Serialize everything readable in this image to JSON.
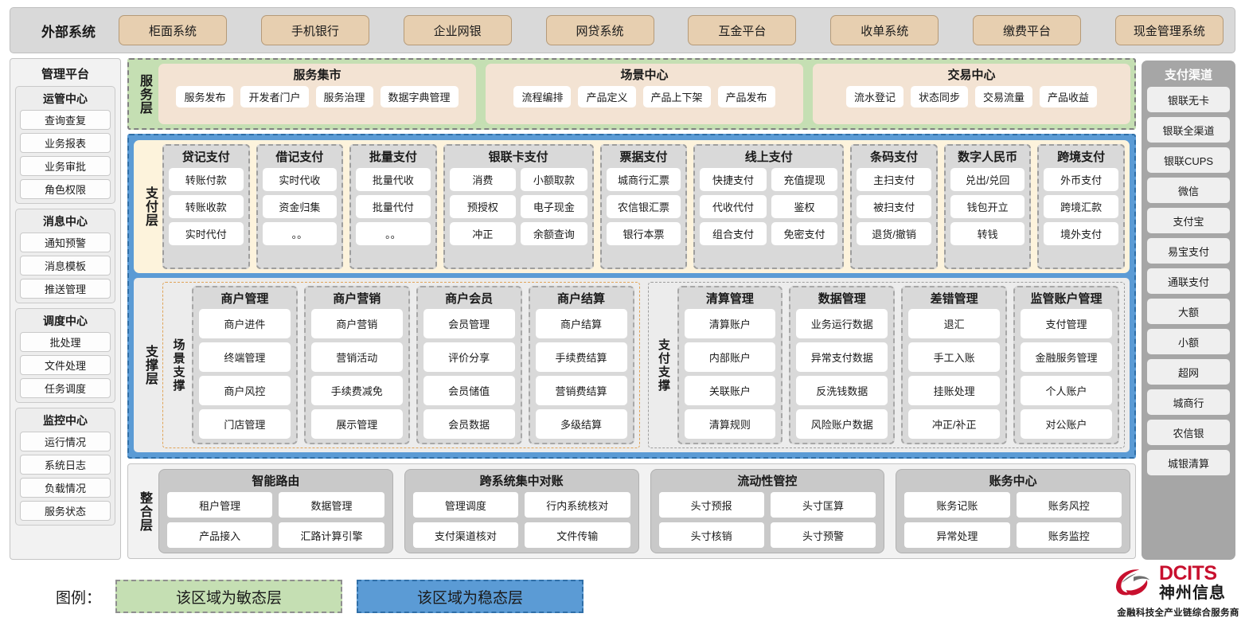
{
  "external": {
    "title": "外部系统",
    "items": [
      "柜面系统",
      "手机银行",
      "企业网银",
      "网贷系统",
      "互金平台",
      "收单系统",
      "缴费平台",
      "现金管理系统"
    ]
  },
  "management": {
    "title": "管理平台",
    "groups": [
      {
        "title": "运管中心",
        "items": [
          "查询查复",
          "业务报表",
          "业务审批",
          "角色权限"
        ]
      },
      {
        "title": "消息中心",
        "items": [
          "通知预警",
          "消息模板",
          "推送管理"
        ]
      },
      {
        "title": "调度中心",
        "items": [
          "批处理",
          "文件处理",
          "任务调度"
        ]
      },
      {
        "title": "监控中心",
        "items": [
          "运行情况",
          "系统日志",
          "负载情况",
          "服务状态"
        ]
      }
    ]
  },
  "channels": {
    "title": "支付渠道",
    "items": [
      "银联无卡",
      "银联全渠道",
      "银联CUPS",
      "微信",
      "支付宝",
      "易宝支付",
      "通联支付",
      "大额",
      "小额",
      "超网",
      "城商行",
      "农信银",
      "城银清算"
    ]
  },
  "service_layer": {
    "label": "服务层",
    "groups": [
      {
        "title": "服务集市",
        "items": [
          "服务发布",
          "开发者门户",
          "服务治理",
          "数据字典管理"
        ]
      },
      {
        "title": "场景中心",
        "items": [
          "流程编排",
          "产品定义",
          "产品上下架",
          "产品发布"
        ]
      },
      {
        "title": "交易中心",
        "items": [
          "流水登记",
          "状态同步",
          "交易流量",
          "产品收益"
        ]
      }
    ]
  },
  "payment_layer": {
    "label": "支付层",
    "columns": [
      {
        "title": "贷记支付",
        "cols": 1,
        "items": [
          "转账付款",
          "转账收款",
          "实时代付"
        ]
      },
      {
        "title": "借记支付",
        "cols": 1,
        "items": [
          "实时代收",
          "资金归集",
          "。。"
        ]
      },
      {
        "title": "批量支付",
        "cols": 1,
        "items": [
          "批量代收",
          "批量代付",
          "。。"
        ]
      },
      {
        "title": "银联卡支付",
        "cols": 2,
        "items": [
          "消费",
          "小额取款",
          "预授权",
          "电子现金",
          "冲正",
          "余额查询"
        ]
      },
      {
        "title": "票据支付",
        "cols": 1,
        "items": [
          "城商行汇票",
          "农信银汇票",
          "银行本票"
        ]
      },
      {
        "title": "线上支付",
        "cols": 2,
        "items": [
          "快捷支付",
          "充值提现",
          "代收代付",
          "鉴权",
          "组合支付",
          "免密支付"
        ]
      },
      {
        "title": "条码支付",
        "cols": 1,
        "items": [
          "主扫支付",
          "被扫支付",
          "退货/撤销"
        ]
      },
      {
        "title": "数字人民币",
        "cols": 1,
        "items": [
          "兑出/兑回",
          "钱包开立",
          "转钱"
        ]
      },
      {
        "title": "跨境支付",
        "cols": 1,
        "items": [
          "外币支付",
          "跨境汇款",
          "境外支付"
        ]
      }
    ]
  },
  "support_layer": {
    "label": "支撑层",
    "scenario": {
      "label": "场景支撑",
      "columns": [
        {
          "title": "商户管理",
          "items": [
            "商户进件",
            "终端管理",
            "商户风控",
            "门店管理"
          ]
        },
        {
          "title": "商户营销",
          "items": [
            "商户营销",
            "营销活动",
            "手续费减免",
            "展示管理"
          ]
        },
        {
          "title": "商户会员",
          "items": [
            "会员管理",
            "评价分享",
            "会员储值",
            "会员数据"
          ]
        },
        {
          "title": "商户结算",
          "items": [
            "商户结算",
            "手续费结算",
            "营销费结算",
            "多级结算"
          ]
        }
      ]
    },
    "pay_support": {
      "label": "支付支撑",
      "columns": [
        {
          "title": "清算管理",
          "items": [
            "清算账户",
            "内部账户",
            "关联账户",
            "清算规则"
          ]
        },
        {
          "title": "数据管理",
          "items": [
            "业务运行数据",
            "异常支付数据",
            "反洗钱数据",
            "风险账户数据"
          ]
        },
        {
          "title": "差错管理",
          "items": [
            "退汇",
            "手工入账",
            "挂账处理",
            "冲正/补正"
          ]
        },
        {
          "title": "监管账户管理",
          "items": [
            "支付管理",
            "金融服务管理",
            "个人账户",
            "对公账户"
          ]
        }
      ]
    }
  },
  "integration_layer": {
    "label": "整合层",
    "groups": [
      {
        "title": "智能路由",
        "items": [
          "租户管理",
          "数据管理",
          "产品接入",
          "汇路计算引擎"
        ]
      },
      {
        "title": "跨系统集中对账",
        "items": [
          "管理调度",
          "行内系统核对",
          "支付渠道核对",
          "文件传输"
        ]
      },
      {
        "title": "流动性管控",
        "items": [
          "头寸预报",
          "头寸匡算",
          "头寸核销",
          "头寸预警"
        ]
      },
      {
        "title": "账务中心",
        "items": [
          "账务记账",
          "账务风控",
          "异常处理",
          "账务监控"
        ]
      }
    ]
  },
  "legend": {
    "label": "图例：",
    "agile": "该区域为敏态层",
    "stable": "该区域为稳态层",
    "agile_color": "#c5dfb3",
    "stable_color": "#5b9bd5"
  },
  "logo": {
    "en": "DCITS",
    "cn": "神州信息",
    "tagline": "金融科技全产业链综合服务商",
    "color": "#c8102e"
  }
}
